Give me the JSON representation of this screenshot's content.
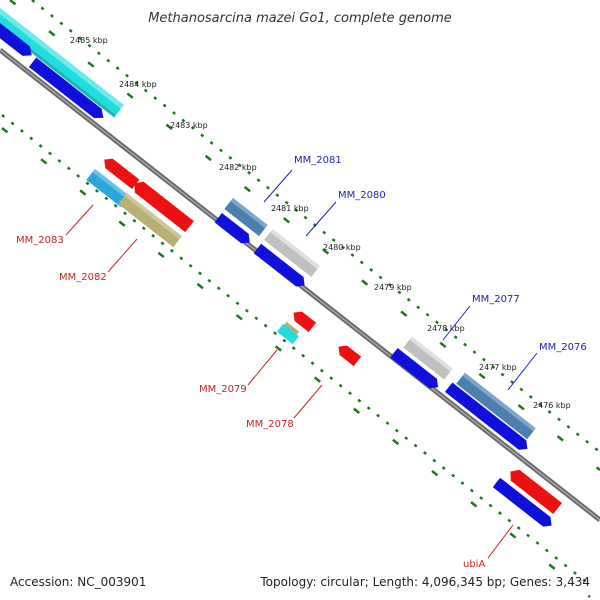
{
  "title": "Methanosarcina mazei Go1, complete genome",
  "accession": "Accession: NC_003901",
  "summary": "Topology: circular; Length: 4,096,345 bp; Genes: 3,434",
  "colors": {
    "backbone": "#6a6a6a",
    "tick_dots": "#1a7a1a",
    "label_blue": "#2222bb",
    "label_red": "#cc2222",
    "gene_blue": "#1010dd",
    "gene_red": "#ee1111",
    "gene_cyan": "#22dddd",
    "gene_steel": "#4a7fb0",
    "gene_silver": "#c0c0c0",
    "gene_olive": "#b8b070",
    "gene_skyblue": "#2aa8dd"
  },
  "kbp_labels": [
    "2485 kbp",
    "2484 kbp",
    "2483 kbp",
    "2482 kbp",
    "2481 kbp",
    "2480 kbp",
    "2479 kbp",
    "2478 kbp",
    "2477 kbp",
    "2476 kbp"
  ],
  "gene_labels": [
    {
      "text": "MM_2081",
      "color": "blue"
    },
    {
      "text": "MM_2080",
      "color": "blue"
    },
    {
      "text": "MM_2077",
      "color": "blue"
    },
    {
      "text": "MM_2076",
      "color": "blue"
    },
    {
      "text": "MM_2083",
      "color": "red"
    },
    {
      "text": "MM_2082",
      "color": "red"
    },
    {
      "text": "MM_2079",
      "color": "red"
    },
    {
      "text": "MM_2078",
      "color": "red"
    },
    {
      "text": "ubiA",
      "color": "red"
    }
  ]
}
